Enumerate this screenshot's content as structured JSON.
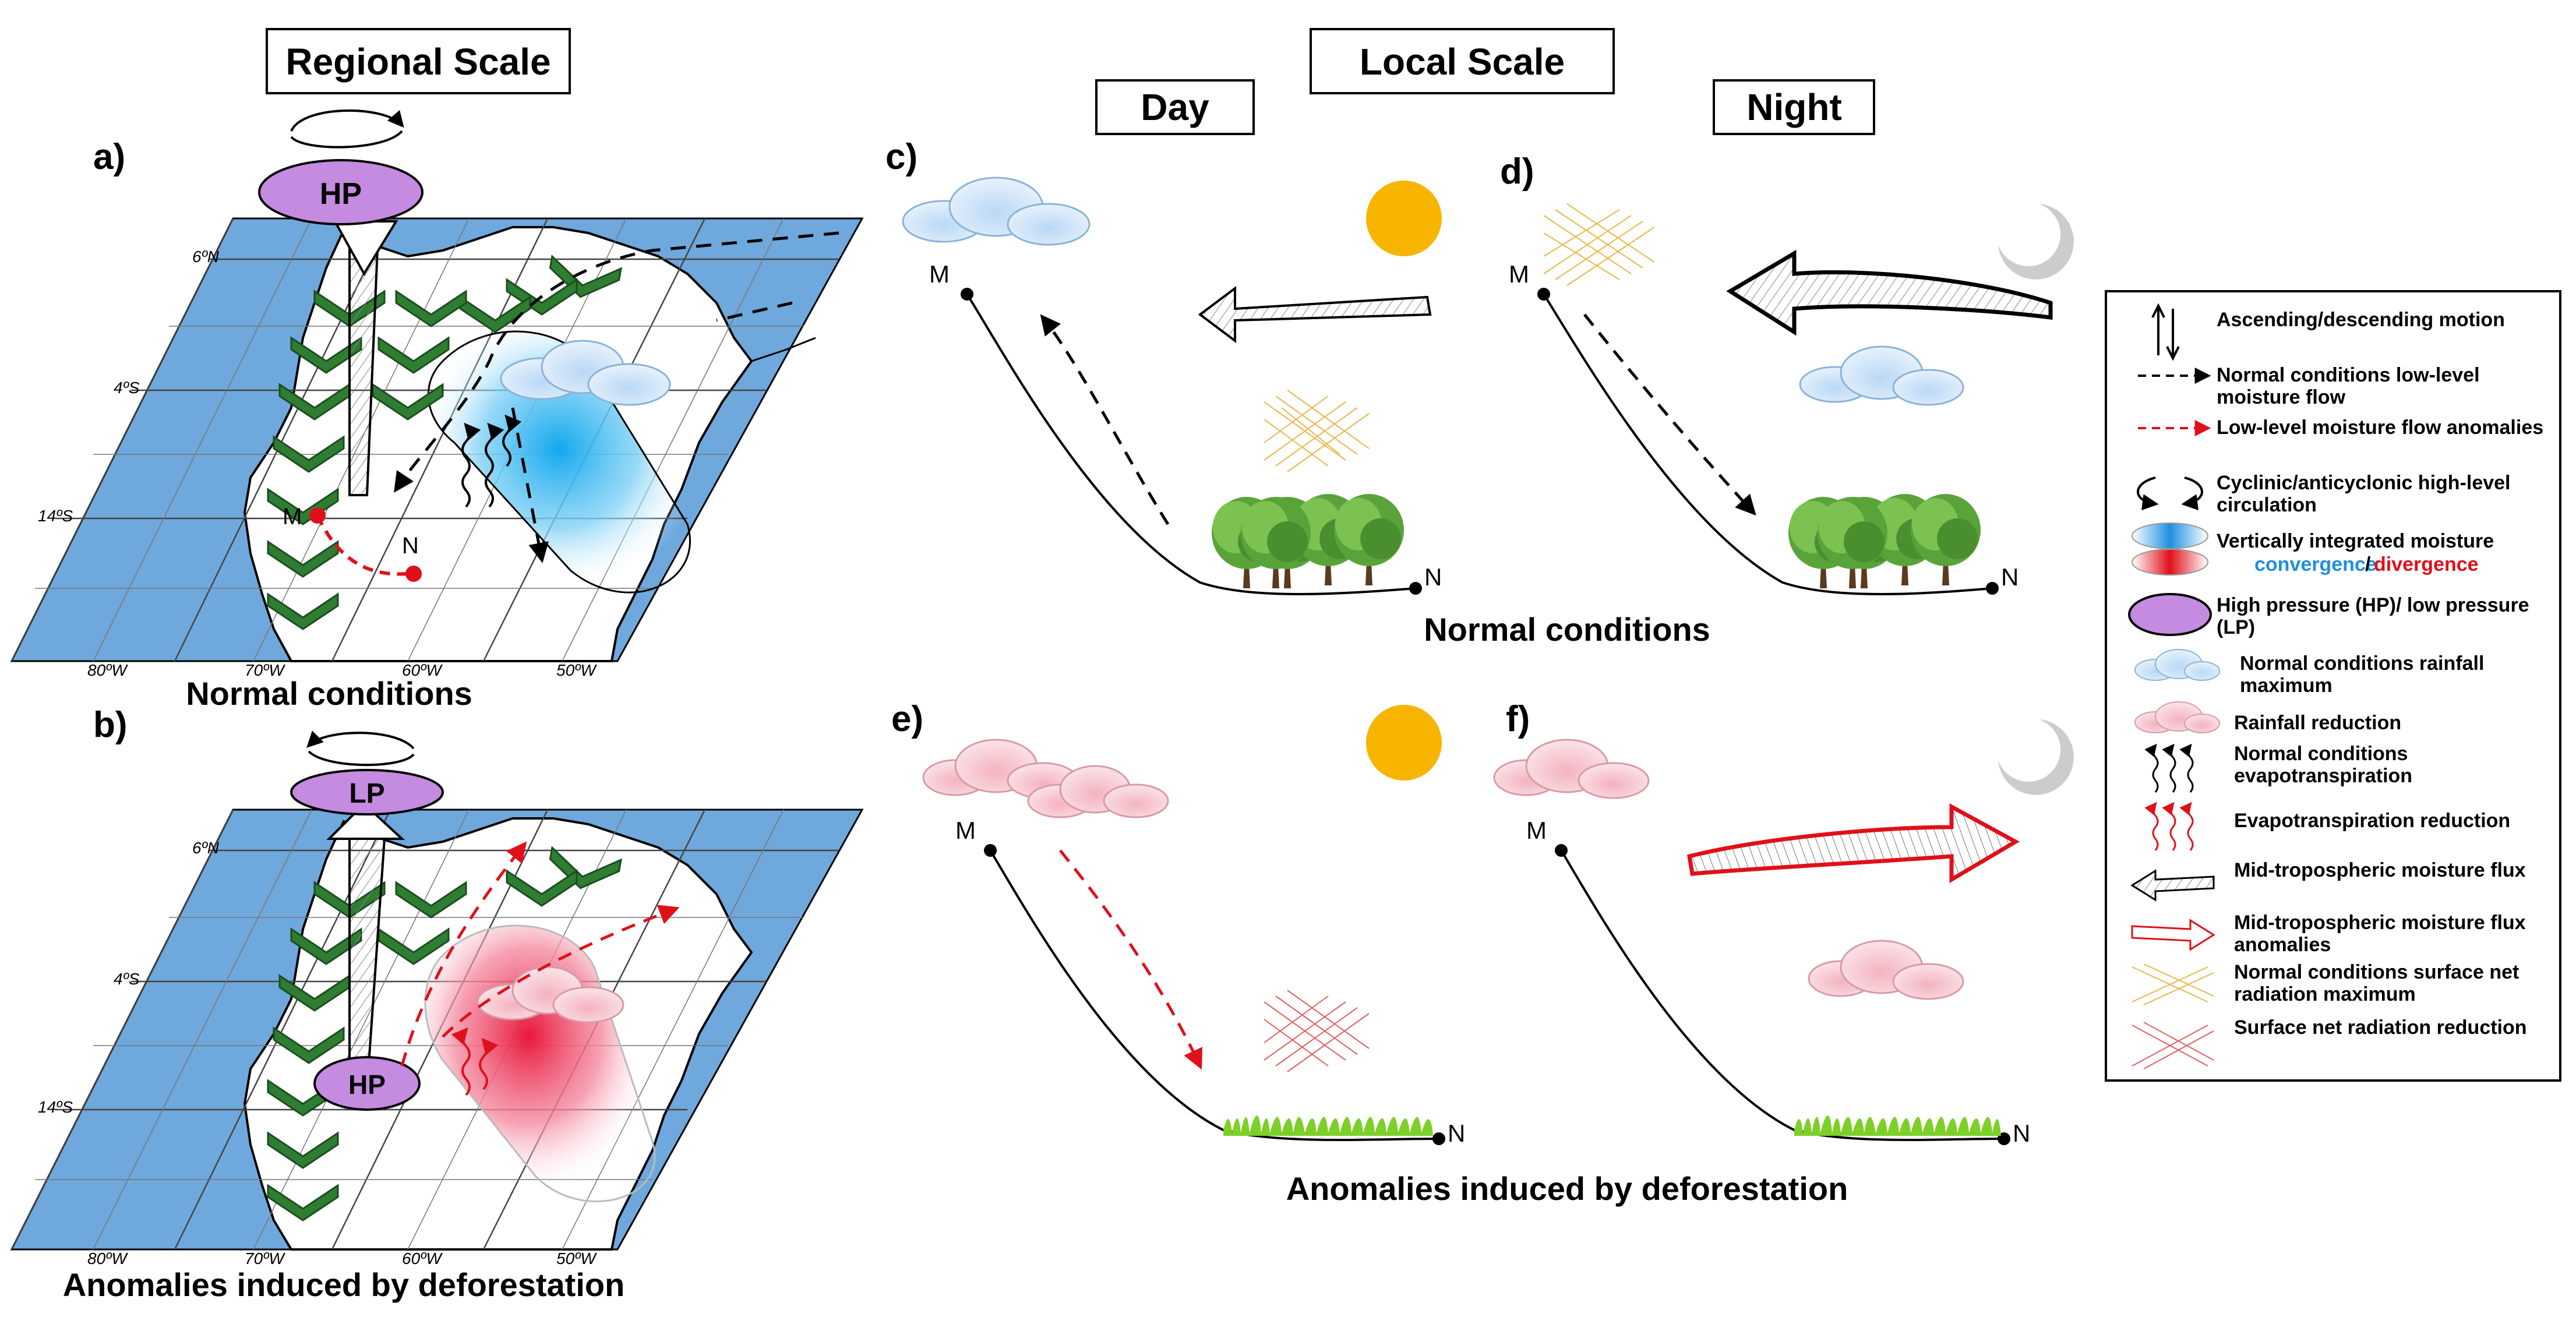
{
  "headers": {
    "regional": "Regional Scale",
    "local": "Local Scale",
    "day": "Day",
    "night": "Night"
  },
  "panels": {
    "a": "a)",
    "b": "b)",
    "c": "c)",
    "d": "d)",
    "e": "e)",
    "f": "f)"
  },
  "captions": {
    "regional_top": "Normal conditions",
    "regional_bottom": "Anomalies induced by deforestation",
    "local_top": "Normal conditions",
    "local_bottom": "Anomalies induced by deforestation"
  },
  "map": {
    "lat_labels": [
      "6ºN",
      "4ºS",
      "14ºS"
    ],
    "lon_labels": [
      "80ºW",
      "70ºW",
      "60ºW",
      "50ºW"
    ],
    "point_m": "M",
    "point_n": "N",
    "pressure_top": "HP",
    "pressure_bottom_top": "LP",
    "pressure_bottom_inner": "HP"
  },
  "profile": {
    "m": "M",
    "n": "N"
  },
  "legend": {
    "items": [
      {
        "icon": "ascending-descending-arrows-icon",
        "text": "Ascending/descending motion"
      },
      {
        "icon": "black-dashed-arrow-icon",
        "text": "Normal conditions low-level moisture flow"
      },
      {
        "icon": "red-dashed-arrow-icon",
        "text": "Low-level moisture flow anomalies"
      },
      {
        "icon": "cyclonic-anticyclonic-arrows-icon",
        "text": "Cyclinic/anticyclonic high-level circulation"
      },
      {
        "icon": "convergence-divergence-blobs-icon",
        "text_start": "Vertically integrated moisture",
        "convergence": "convergence",
        "slash": "/",
        "divergence": "divergence"
      },
      {
        "icon": "purple-ellipse-icon",
        "text": "High pressure (HP)/ low pressure (LP)"
      },
      {
        "icon": "blue-cloud-icon",
        "text": "Normal conditions rainfall maximum"
      },
      {
        "icon": "pink-cloud-icon",
        "text": "Rainfall reduction"
      },
      {
        "icon": "black-wavy-arrows-icon",
        "text": "Normal conditions evapotranspiration"
      },
      {
        "icon": "red-wavy-arrows-icon",
        "text": "Evapotranspiration reduction"
      },
      {
        "icon": "gray-flux-arrow-icon",
        "text": "Mid-tropospheric moisture flux"
      },
      {
        "icon": "red-flux-arrow-icon",
        "text": "Mid-tropospheric moisture flux anomalies"
      },
      {
        "icon": "yellow-hatch-icon",
        "text": "Normal conditions surface net radiation maximum"
      },
      {
        "icon": "red-hatch-icon",
        "text": "Surface net radiation reduction"
      }
    ]
  },
  "colors": {
    "ocean": "#6fa8dc",
    "pressure": "#c58be0",
    "convergence": "#1f8fe0",
    "divergence": "#e0101a",
    "sun": "#f7b500",
    "moon": "#cccccc",
    "tree": "#5aa33a",
    "grass": "#7dcf2a",
    "wind_band": "#2e7d32",
    "hatch_yellow": "#e8b84a",
    "hatch_red": "#e06060"
  }
}
